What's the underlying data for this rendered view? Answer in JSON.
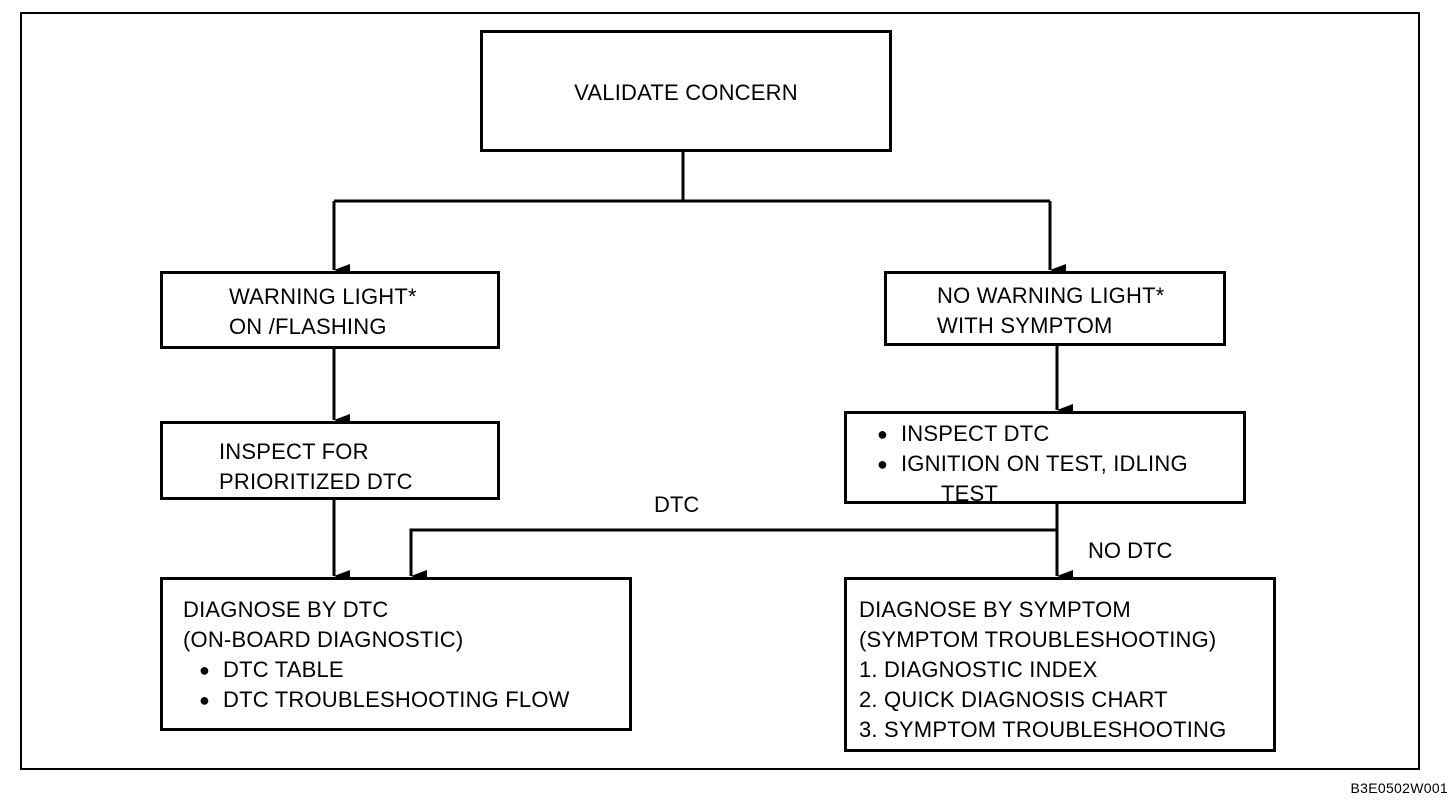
{
  "diagram": {
    "validate": {
      "text": "VALIDATE CONCERN"
    },
    "warning_light": {
      "lines": [
        "WARNING LIGHT*",
        "ON /FLASHING"
      ]
    },
    "no_warning_light": {
      "lines": [
        "NO WARNING LIGHT*",
        "WITH SYMPTOM"
      ]
    },
    "inspect_prioritized": {
      "lines": [
        "INSPECT FOR",
        "PRIORITIZED DTC"
      ]
    },
    "inspect_dtc": {
      "bullet": "●",
      "items": [
        "INSPECT DTC",
        "IGNITION ON TEST, IDLING",
        "TEST"
      ]
    },
    "diagnose_dtc": {
      "bullet": "●",
      "lines": [
        "DIAGNOSE BY DTC",
        "(ON-BOARD DIAGNOSTIC)"
      ],
      "items": [
        "DTC TABLE",
        "DTC TROUBLESHOOTING FLOW"
      ]
    },
    "diagnose_symptom": {
      "lines": [
        "DIAGNOSE BY SYMPTOM",
        "(SYMPTOM TROUBLESHOOTING)",
        "1. DIAGNOSTIC INDEX",
        "2. QUICK DIAGNOSIS CHART",
        "3. SYMPTOM TROUBLESHOOTING"
      ]
    },
    "edge_labels": {
      "dtc": "DTC",
      "no_dtc": "NO DTC"
    },
    "figure_code": "B3E0502W001"
  }
}
